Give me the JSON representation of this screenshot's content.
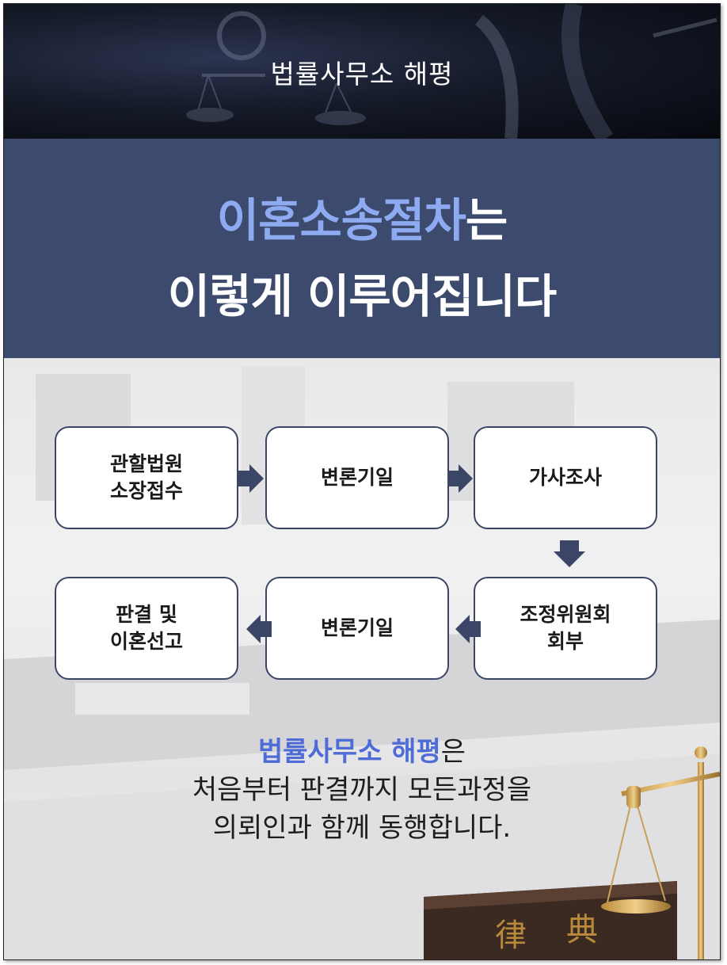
{
  "header": {
    "firm_name": "법률사무소 해평"
  },
  "headline": {
    "accent_text": "이혼소송절차",
    "suffix_text": "는",
    "line2": "이렇게 이루어집니다"
  },
  "steps": [
    {
      "label": "관할법원\n소장접수"
    },
    {
      "label": "변론기일"
    },
    {
      "label": "가사조사"
    },
    {
      "label": "조정위원회\n회부"
    },
    {
      "label": "변론기일"
    },
    {
      "label": "판결 및\n이혼선고"
    }
  ],
  "closing": {
    "brand": "법률사무소 해평",
    "brand_suffix": "은",
    "line2": "처음부터 판결까지 모든과정을",
    "line3": "의뢰인과 함께 동행합니다."
  },
  "colors": {
    "band": "#3c4a6e",
    "accent": "#8eaaf0",
    "brand": "#4f6bd6",
    "step_border": "#3b4666",
    "arrow": "#3b4666"
  },
  "icons": [
    "right-arrow-icon",
    "down-arrow-icon",
    "left-arrow-icon",
    "justice-scale-icon"
  ]
}
